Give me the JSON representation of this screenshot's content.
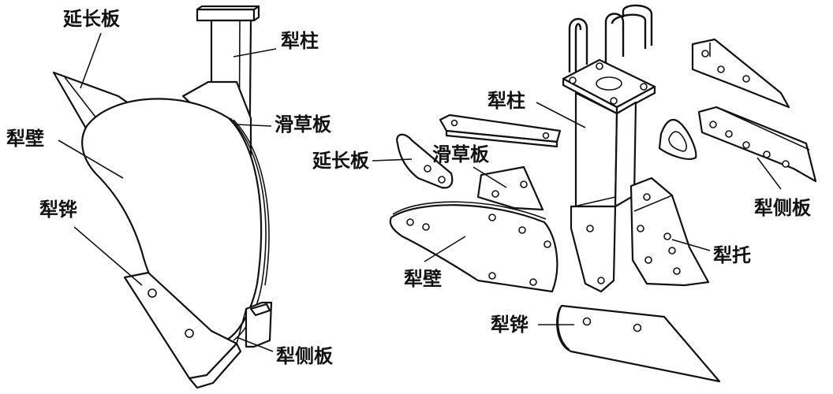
{
  "labels": {
    "left_extension": "延长板",
    "left_shank": "犁柱",
    "left_landside_guide": "滑草板",
    "left_moldboard": "犁壁",
    "left_share": "犁铧",
    "left_side_plate": "犁侧板",
    "right_shank": "犁柱",
    "right_extension": "延长板",
    "right_landside_guide": "滑草板",
    "right_moldboard": "犁壁",
    "right_side_plate": "犁侧板",
    "right_frog": "犁托",
    "right_share": "犁铧"
  }
}
